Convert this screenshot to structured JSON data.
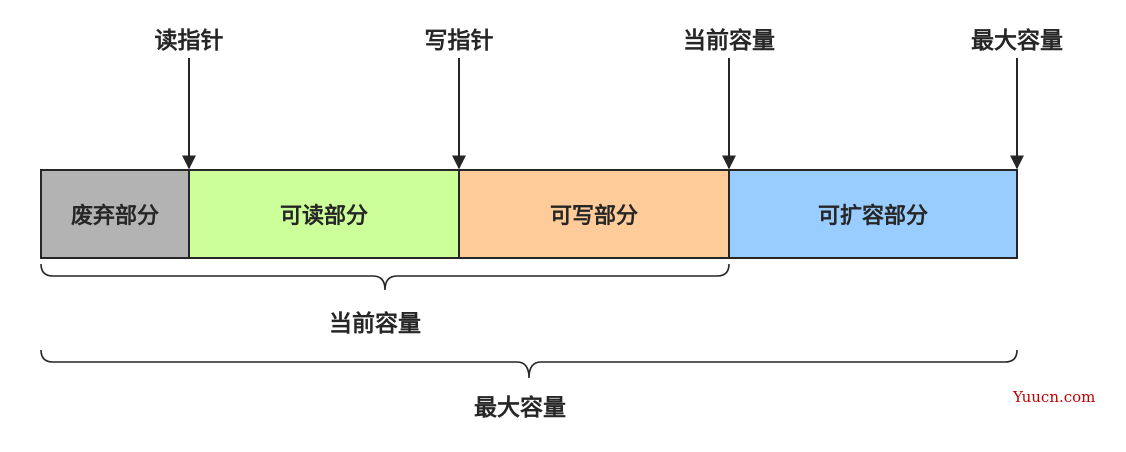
{
  "pointers": {
    "read": "读指针",
    "write": "写指针",
    "current_capacity": "当前容量",
    "max_capacity": "最大容量"
  },
  "segments": {
    "discarded": {
      "label": "废弃部分",
      "color": "#b3b3b3"
    },
    "readable": {
      "label": "可读部分",
      "color": "#ccff99"
    },
    "writable": {
      "label": "可写部分",
      "color": "#ffcc99"
    },
    "expandable": {
      "label": "可扩容部分",
      "color": "#99ccff"
    }
  },
  "braces": {
    "current_capacity": "当前容量",
    "max_capacity": "最大容量"
  },
  "watermark": "Yuucn.com"
}
